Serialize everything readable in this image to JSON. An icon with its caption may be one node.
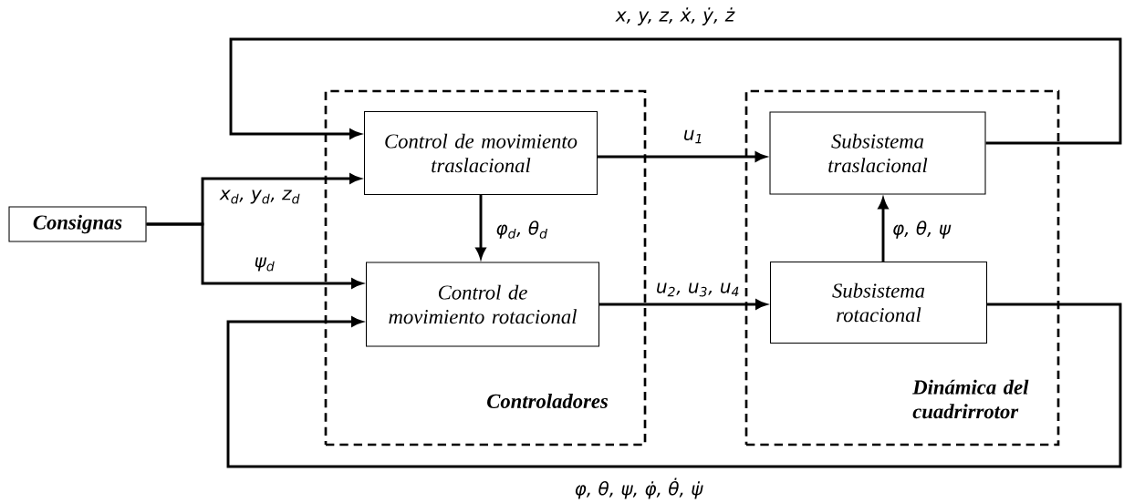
{
  "diagram": {
    "nodes": [
      {
        "text": [
          "Consignas"
        ]
      },
      {
        "text": [
          "Controladores"
        ]
      },
      {
        "text": [
          "Control de movimiento traslacional"
        ],
        "in": 1
      },
      {
        "text": [
          "Control de movimiento rotacional"
        ],
        "in": 1
      },
      {
        "text": [
          "Dinámica del cuadrirrotor"
        ]
      },
      {
        "text": [
          "Subsistema traslacional"
        ],
        "in": 4
      },
      {
        "text": [
          "Subsistema rotacional"
        ],
        "in": 4
      }
    ],
    "edges": [
      {
        "from": 0,
        "to": 2,
        "arrow": "to",
        "label": "x$_{d}$, y$_{d}$, z$_{d}$"
      },
      {
        "from": 0,
        "to": 3,
        "arrow": "to",
        "label": "ψ$_{d}$"
      },
      {
        "from": 2,
        "to": 3,
        "arrow": "to",
        "label": "φ$_{d}$, θ$_{d}$"
      },
      {
        "from": 2,
        "to": 5,
        "arrow": "to",
        "label": "u$_{1}$"
      },
      {
        "from": 3,
        "to": 6,
        "arrow": "to",
        "label": "u$_{2}$, u$_{3}$, u$_{4}$"
      },
      {
        "from": 6,
        "to": 5,
        "arrow": "to",
        "label": "φ, θ, ψ"
      },
      {
        "from": 5,
        "to": 2,
        "arrow": "to",
        "label": "x, y, z, ẋ, ẏ, ż"
      },
      {
        "from": 6,
        "to": 3,
        "arrow": "to",
        "label": "φ, θ, ψ, φ̇, θ̇, ψ̇"
      }
    ]
  }
}
